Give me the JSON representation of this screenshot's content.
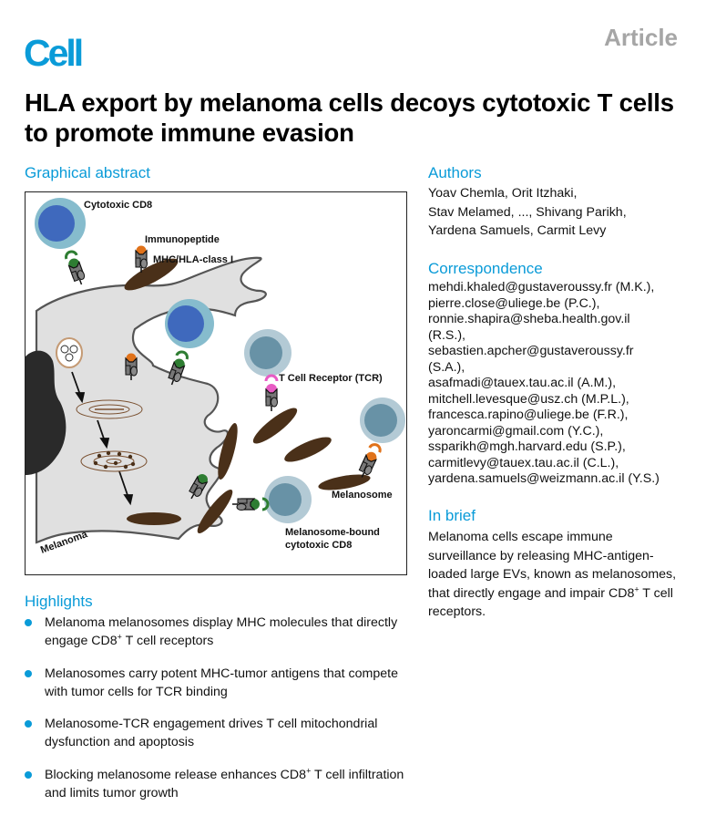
{
  "header": {
    "journal_logo": "Cell",
    "article_type": "Article",
    "title": "HLA export by melanoma cells decoys cytotoxic T cells to promote immune evasion"
  },
  "graphical_abstract": {
    "heading": "Graphical abstract",
    "labels": {
      "cytotoxic_cd8": "Cytotoxic CD8",
      "immunopeptide": "Immunopeptide",
      "mhc_hla": "MHC/HLA-class I",
      "tcr": "T Cell Receptor (TCR)",
      "melanosome": "Melanosome",
      "melanosome_bound_line1": "Melanosome-bound",
      "melanosome_bound_line2": "cytotoxic CD8",
      "melanoma": "Melanoma"
    },
    "colors": {
      "cell_membrane_fill": "#e0e0e0",
      "melanosome": "#4a3019",
      "active_tcell_core": "#3f69bd",
      "active_tcell_halo": "#86bccd",
      "inactive_tcell_core": "#6892a6",
      "inactive_tcell_halo": "#b3cad5",
      "peptide_orange": "#e0721a",
      "peptide_green": "#2e7d32",
      "tcr_pink": "#e85bc4",
      "nucleus": "#2a2a2a"
    }
  },
  "highlights": {
    "heading": "Highlights",
    "items": [
      {
        "pre": "Melanoma melanosomes display MHC molecules that directly engage CD8",
        "sup": "+",
        "post": " T cell receptors"
      },
      {
        "pre": "Melanosomes carry potent MHC-tumor antigens that compete with tumor cells for TCR binding",
        "sup": "",
        "post": ""
      },
      {
        "pre": "Melanosome-TCR engagement drives T cell mitochondrial dysfunction and apoptosis",
        "sup": "",
        "post": ""
      },
      {
        "pre": "Blocking melanosome release enhances CD8",
        "sup": "+",
        "post": " T cell infiltration and limits tumor growth"
      }
    ]
  },
  "authors": {
    "heading": "Authors",
    "lines": [
      "Yoav Chemla, Orit Itzhaki,",
      "Stav Melamed, ..., Shivang Parikh,",
      "Yardena Samuels, Carmit Levy"
    ]
  },
  "correspondence": {
    "heading": "Correspondence",
    "lines": [
      "mehdi.khaled@gustaveroussy.fr (M.K.),",
      "pierre.close@uliege.be (P.C.),",
      "ronnie.shapira@sheba.health.gov.il",
      "(R.S.),",
      "sebastien.apcher@gustaveroussy.fr",
      "(S.A.),",
      "asafmadi@tauex.tau.ac.il (A.M.),",
      "mitchell.levesque@usz.ch (M.P.L.),",
      "francesca.rapino@uliege.be (F.R.),",
      "yaroncarmi@gmail.com (Y.C.),",
      "ssparikh@mgh.harvard.edu (S.P.),",
      "carmitlevy@tauex.tau.ac.il (C.L.),",
      "yardena.samuels@weizmann.ac.il (Y.S.)"
    ]
  },
  "in_brief": {
    "heading": "In brief",
    "pre": "Melanoma cells escape immune surveillance by releasing MHC-antigen-loaded large EVs, known as melanosomes, that directly engage and impair CD8",
    "sup": "+",
    "post": " T cell receptors."
  }
}
